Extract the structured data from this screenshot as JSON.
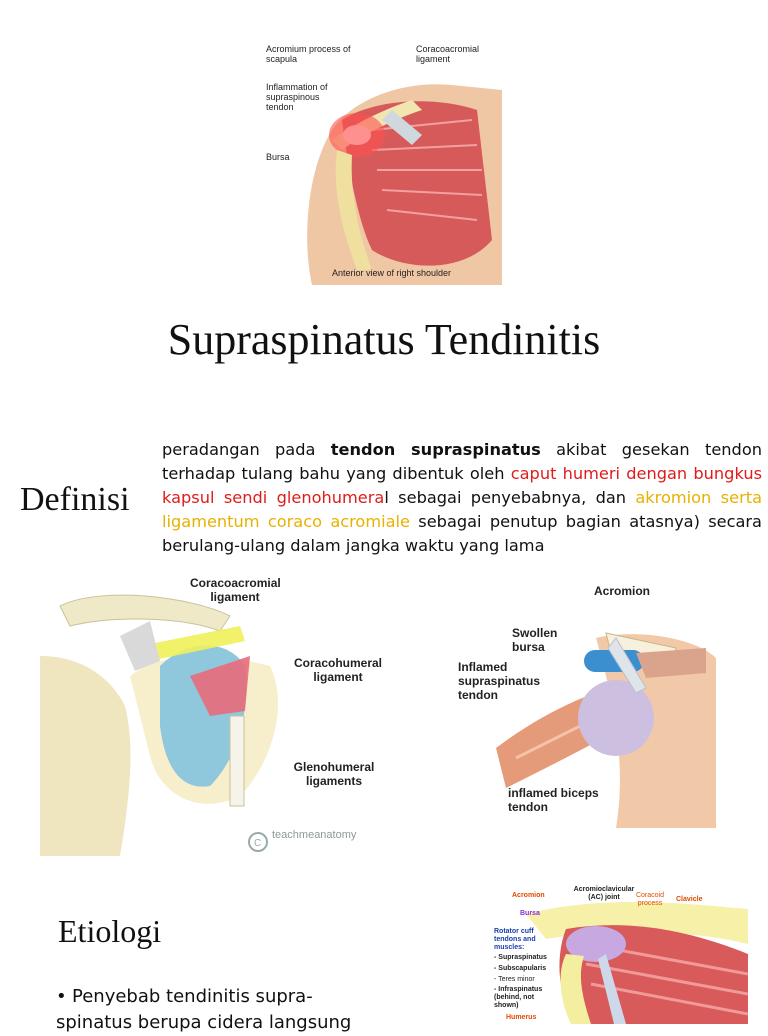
{
  "figure_top": {
    "labels": {
      "acromium": "Acromium process of scapula",
      "coraco": "Coracoacromial ligament",
      "inflammation": "Inflammation of supraspinous tendon",
      "bursa": "Bursa",
      "caption": "Anterior view of right shoulder"
    }
  },
  "title": "Supraspinatus Tendinitis",
  "definition": {
    "label": "Definisi",
    "text_1": "peradangan pada ",
    "text_bold": "tendon supraspinatus",
    "text_2": " akibat gesekan tendon terhadap tulang bahu yang dibentuk oleh ",
    "text_red": "caput humeri dengan bungkus kapsul sendi glenohumera",
    "text_3": "l sebagai penyebabnya, dan ",
    "text_yellow": "akromion serta ligamentum coraco acromiale",
    "text_4": " sebagai penutup bagian atasnya) secara berulang-ulang dalam jangka waktu yang lama"
  },
  "figure_left": {
    "labels": {
      "coracoacromial": "Coracoacromial ligament",
      "coracohumeral": "Coracohumeral ligament",
      "glenohumeral": "Glenohumeral ligaments"
    },
    "watermark": "teachmeanatomy"
  },
  "figure_right": {
    "labels": {
      "acromion": "Acromion",
      "swollen": "Swollen bursa",
      "inflamed_supra": "Inflamed supraspinatus tendon",
      "inflamed_biceps": "inflamed biceps tendon"
    }
  },
  "figure_bottom": {
    "labels": {
      "acromion": "Acromion",
      "ac_joint": "Acromioclavicular (AC) joint",
      "coracoid": "Coracoid process",
      "clavicle": "Clavicle",
      "bursa": "Bursa",
      "rotator": "Rotator cuff tendons and muscles:",
      "supraspinatus": "- Supraspinatus",
      "subscapularis": "- Subscapularis",
      "teres": "- Teres minor",
      "infraspinatus": "- Infraspinatus (behind, not shown)",
      "humerus": "Humerus"
    }
  },
  "etiologi": {
    "label": "Etiologi",
    "bullet_symbol": "•",
    "bullet_text": "Penyebab tendinitis supra-spinatus berupa cidera langsung"
  },
  "colors": {
    "red": "#e01b1b",
    "yellow": "#e8b100"
  }
}
